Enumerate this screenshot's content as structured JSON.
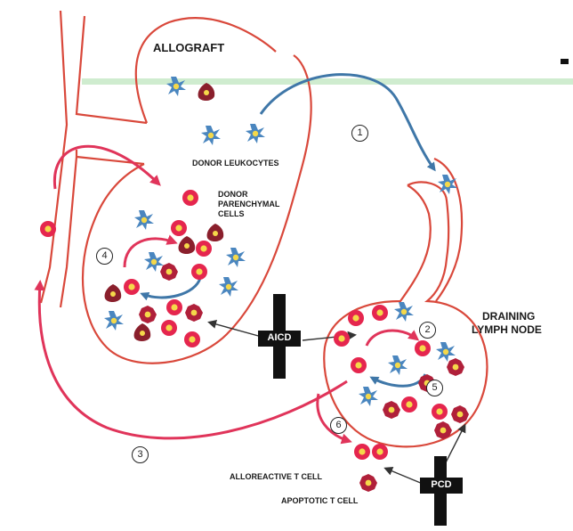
{
  "labels": {
    "allograft": "ALLOGRAFT",
    "donor_leukocytes": "DONOR LEUKOCYTES",
    "donor_parenchymal_1": "DONOR",
    "donor_parenchymal_2": "PARENCHYMAL",
    "donor_parenchymal_3": "CELLS",
    "draining_1": "DRAINING",
    "draining_2": "LYMPH NODE",
    "alloreactive": "ALLOREACTIVE T CELL",
    "apoptotic": "APOPTOTIC T CELL",
    "aicd": "AICD",
    "pcd": "PCD"
  },
  "steps": [
    "1",
    "2",
    "3",
    "4",
    "5",
    "6"
  ],
  "colors": {
    "outline": "#d9483b",
    "blue_arrow": "#3f77a8",
    "red_arrow": "#e0345a",
    "tcell_fill": "#e5264e",
    "tcell_core": "#f5d84a",
    "apoptotic_fill": "#b0203a",
    "leukocyte": "#4a86bf",
    "parenchymal": "#8a1f2c",
    "cross": "#111111"
  }
}
